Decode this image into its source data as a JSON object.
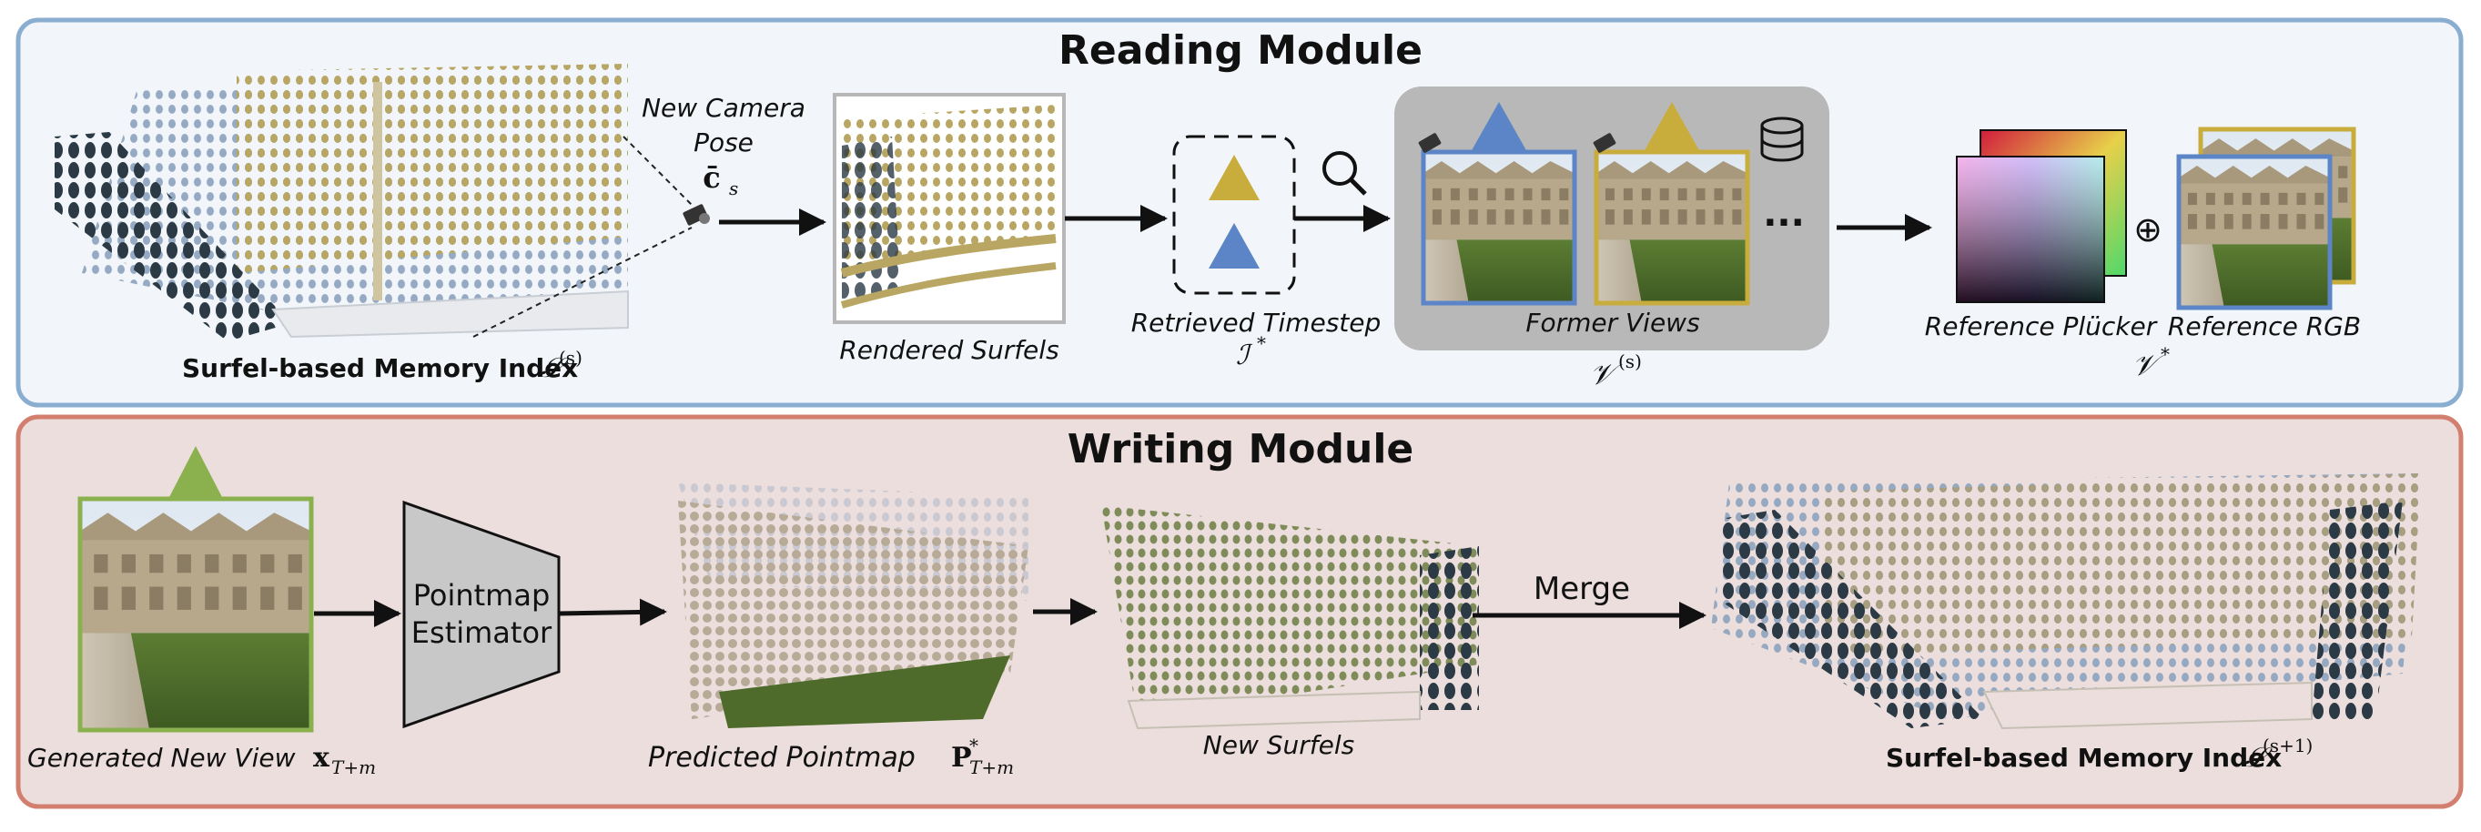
{
  "reading": {
    "title": "Reading Module",
    "memory_index": {
      "label": "Surfel-based Memory Index",
      "symbol": "𝒮",
      "sup": "(s)"
    },
    "camera_pose": {
      "line1": "New Camera",
      "line2": "Pose",
      "symbol": "c̄",
      "sub": "s"
    },
    "rendered_surfels": "Rendered Surfels",
    "retrieved_timestep": {
      "label": "Retrieved Timestep",
      "symbol": "ℐ",
      "sup": "*"
    },
    "former_views": {
      "label": "Former Views",
      "symbol": "𝒱",
      "sup": "(s)",
      "ellipsis": "···"
    },
    "reference_plucker": "Reference Plücker",
    "oplus": "⊕",
    "reference_rgb": "Reference RGB",
    "reference_set": {
      "symbol": "𝒱",
      "sup": "*"
    }
  },
  "writing": {
    "title": "Writing Module",
    "generated_view": {
      "label": "Generated New View",
      "symbol": "x",
      "sub": "T+m"
    },
    "estimator": {
      "line1": "Pointmap",
      "line2": "Estimator"
    },
    "predicted_pointmap": {
      "label": "Predicted Pointmap",
      "symbol": "P",
      "sup": "*",
      "sub": "T+m"
    },
    "new_surfels": "New Surfels",
    "merge": "Merge",
    "memory_index": {
      "label": "Surfel-based Memory Index",
      "symbol": "𝒮",
      "sup": "(s+1)"
    }
  },
  "colors": {
    "reading_border": "#8aaed0",
    "reading_fill": "#f2f6fb",
    "writing_border": "#d37f6f",
    "writing_fill": "#ecdedd",
    "former_views_box": "#b8b8b8",
    "triangle_gold": "#c9ad3c",
    "triangle_blue": "#5b85c6",
    "triangle_green": "#8bb14f",
    "frame_blue": "#5b85c6",
    "frame_gold": "#c9ad3c",
    "frame_green": "#8bb14f",
    "estimator_fill": "#c8c8c8"
  }
}
